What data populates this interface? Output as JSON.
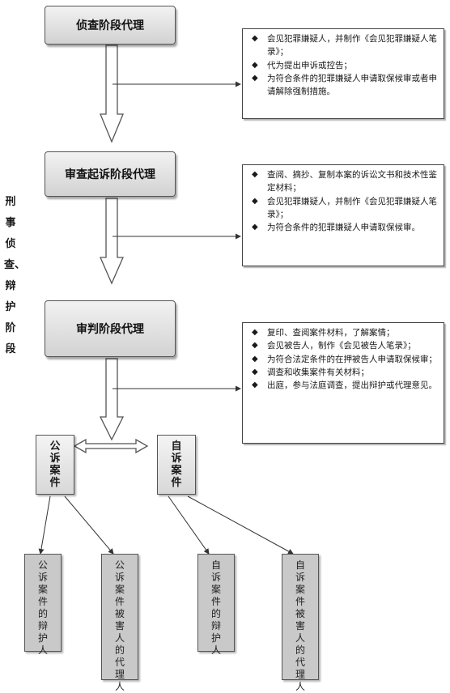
{
  "vertical_title": "刑事侦查、辩护阶段",
  "stages": [
    {
      "label": "侦查阶段代理"
    },
    {
      "label": "审查起诉阶段代理"
    },
    {
      "label": "审判阶段代理"
    }
  ],
  "notes": [
    [
      "会见犯罪嫌疑人，并制作《会见犯罪嫌疑人笔录》；",
      "代为提出申诉或控告；",
      "为符合条件的犯罪嫌疑人申请取保候审或者申请解除强制措施。"
    ],
    [
      "查阅、摘抄、复制本案的诉讼文书和技术性鉴定材料；",
      "会见犯罪嫌疑人，并制作《会见犯罪嫌疑人笔录》；",
      "为符合条件的犯罪嫌疑人申请取保候审。"
    ],
    [
      "复印、查阅案件材料，了解案情；",
      "会见被告人，制作《会见被告人笔录》；",
      "为符合法定条件的在押被告人申请取保候审；",
      "调查和收集案件有关材料；",
      "出庭，参与法庭调查，提出辩护或代理意见。"
    ]
  ],
  "cases": [
    {
      "label": "公诉案件"
    },
    {
      "label": "自诉案件"
    }
  ],
  "leaves": [
    {
      "label": "公诉案件的辩护人"
    },
    {
      "label": "公诉案件被害人的代理人"
    },
    {
      "label": "自诉案件的辩护人"
    },
    {
      "label": "自诉案件被害人的代理人"
    }
  ]
}
